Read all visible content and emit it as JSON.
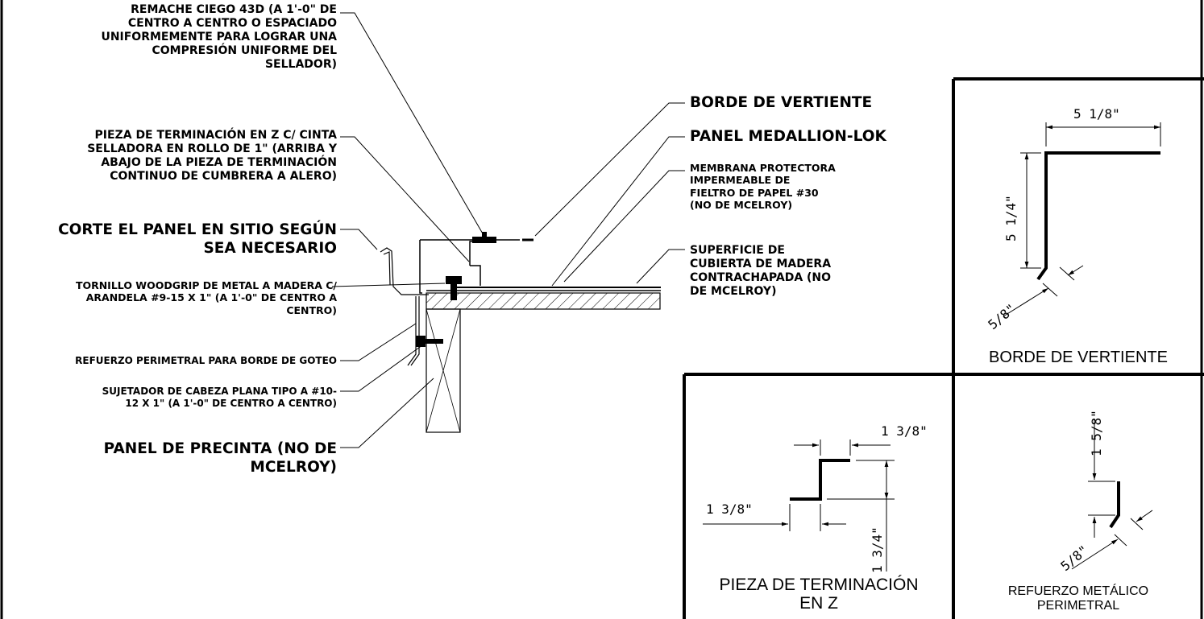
{
  "labels": {
    "remache": [
      "REMACHE CIEGO 43D (A 1'-0\" DE",
      "CENTRO A CENTRO O ESPACIADO",
      "UNIFORMEMENTE PARA LOGRAR UNA",
      "COMPRESIÓN UNIFORME DEL",
      "SELLADOR)"
    ],
    "pieza_z": [
      "PIEZA DE TERMINACIÓN EN Z C/ CINTA",
      "SELLADORA EN ROLLO DE 1\" (ARRIBA Y",
      "ABAJO DE LA PIEZA DE TERMINACIÓN",
      "CONTINUO DE CUMBRERA A ALERO)"
    ],
    "corte": [
      "CORTE EL PANEL EN SITIO SEGÚN",
      "SEA NECESARIO"
    ],
    "tornillo": [
      "TORNILLO WOODGRIP DE METAL A MADERA C/",
      "ARANDELA #9-15 X 1\" (A 1'-0\" DE CENTRO A",
      "CENTRO)"
    ],
    "refuerzo": [
      "REFUERZO PERIMETRAL PARA BORDE DE GOTEO"
    ],
    "sujetador": [
      "SUJETADOR DE CABEZA PLANA TIPO A #10-",
      "12 X 1\" (A 1'-0\" DE CENTRO A CENTRO)"
    ],
    "precinta": [
      "PANEL DE PRECINTA (NO DE",
      "MCELROY)"
    ],
    "borde": [
      "BORDE DE VERTIENTE"
    ],
    "panel": [
      "PANEL MEDALLION-LOK"
    ],
    "membrana": [
      "MEMBRANA PROTECTORA",
      "IMPERMEABLE DE",
      "FIELTRO DE PAPEL #30",
      "(NO DE MCELROY)"
    ],
    "superficie": [
      "SUPERFICIE DE",
      "CUBIERTA DE MADERA",
      "CONTRACHAPADA (NO",
      "DE MCELROY)"
    ]
  },
  "panels": {
    "borde_title": "BORDE DE VERTIENTE",
    "borde_dims": [
      "5 1/8\"",
      "5 1/4\"",
      "5/8\""
    ],
    "zpiece_title": [
      "PIEZA DE TERMINACIÓN",
      "EN Z"
    ],
    "zpiece_dims": [
      "1 3/8\"",
      "1 3/8\"",
      "1 3/4\""
    ],
    "refuerzo_title": [
      "REFUERZO METÁLICO",
      "PERIMETRAL"
    ],
    "refuerzo_dims": [
      "1 5/8\"",
      "5/8\""
    ]
  }
}
